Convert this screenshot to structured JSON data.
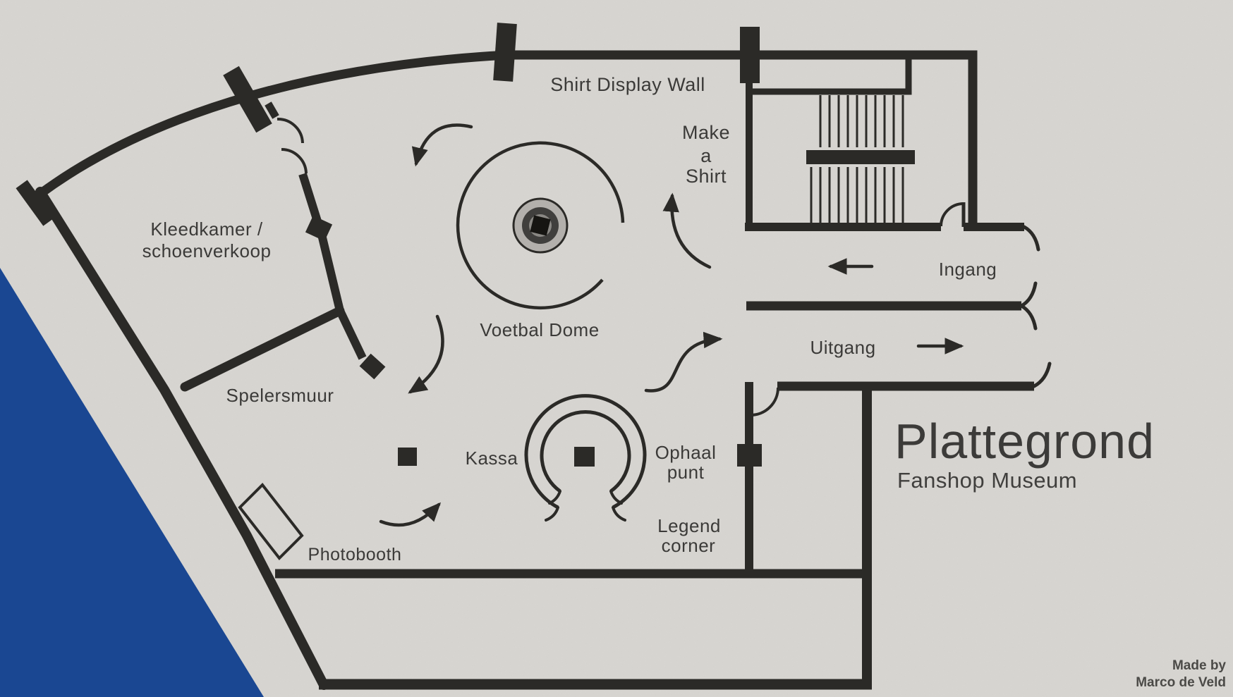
{
  "title": {
    "heading": "Plattegrond",
    "subheading": "Fanshop Museum"
  },
  "credit": {
    "line1": "Made by",
    "line2": "Marco de Veld"
  },
  "labels": {
    "shirt_display_wall": "Shirt Display Wall",
    "make_a_shirt": {
      "line1": "Make",
      "line2": "a",
      "line3": "Shirt"
    },
    "ingang": "Ingang",
    "uitgang": "Uitgang",
    "kleedkamer": {
      "line1": "Kleedkamer /",
      "line2": "schoenverkoop"
    },
    "spelersmuur": "Spelersmuur",
    "voetbal_dome": "Voetbal Dome",
    "kassa": "Kassa",
    "ophaal_punt": {
      "line1": "Ophaal",
      "line2": "punt"
    },
    "legend_corner": {
      "line1": "Legend",
      "line2": "corner"
    },
    "photobooth": "Photobooth"
  },
  "icons": {
    "ingang_arrow": "left-arrow",
    "uitgang_arrow": "right-arrow",
    "route_to_make_a_shirt": "curved-arrow-up",
    "route_dome_entry": "curved-arrow-down-left",
    "route_dome_to_kassa": "curved-arrow-down-left",
    "route_photobooth_to_kassa": "curved-arrow-up-right",
    "route_to_uitgang": "s-curved-arrow-up-right",
    "voetbal_dome_marker": "open-circle-with-dome-core",
    "kassa_counter": "double-open-ring-with-square",
    "service_point_marker": "filled-square"
  },
  "colors": {
    "paper": "#d8d6d2",
    "wall": "#2b2a27",
    "ink": "#3b3a38",
    "accent_blue": "#1a4792",
    "dome_gray": "#b3b0ac"
  }
}
